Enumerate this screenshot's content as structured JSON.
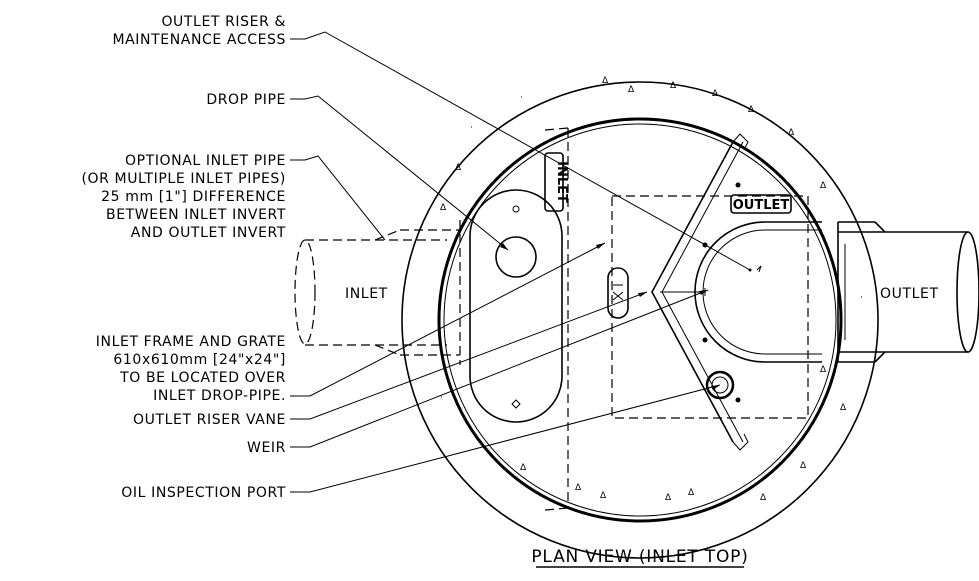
{
  "diagram": {
    "title": "PLAN VIEW (INLET TOP)",
    "callouts": {
      "outlet_riser": [
        "OUTLET RISER &",
        "MAINTENANCE ACCESS"
      ],
      "drop_pipe": [
        "DROP PIPE"
      ],
      "optional_inlet": [
        "OPTIONAL INLET PIPE",
        "(OR MULTIPLE INLET PIPES)",
        "25 mm [1\"] DIFFERENCE",
        "BETWEEN INLET INVERT",
        "AND OUTLET INVERT"
      ],
      "frame_grate": [
        "INLET FRAME AND GRATE",
        "610x610mm [24\"x24\"]",
        "TO BE LOCATED OVER",
        "INLET DROP-PIPE."
      ],
      "riser_vane": [
        "OUTLET RISER VANE"
      ],
      "weir": [
        "WEIR"
      ],
      "oil_port": [
        "OIL INSPECTION PORT"
      ]
    },
    "pipe_labels": {
      "inlet": "INLET",
      "outlet": "OUTLET"
    },
    "box_labels": {
      "inlet": "INLET",
      "outlet": "OUTLET"
    }
  }
}
